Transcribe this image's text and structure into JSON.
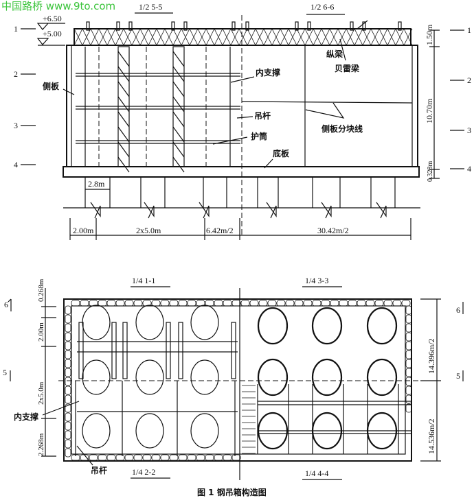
{
  "watermark": "中国路桥 www.9to.com",
  "elevation": {
    "section_left": "1/2 5-5",
    "section_right": "1/2 6-6",
    "level_top": "+6.50",
    "level_mid": "+5.00",
    "left_marks": [
      "1",
      "2",
      "3",
      "4"
    ],
    "right_marks": [
      "1",
      "2",
      "3",
      "4"
    ],
    "labels": {
      "longitudinal_beam": "纵梁",
      "bailey_truss": "贝雷梁",
      "inner_brace": "内支撑",
      "side_plate": "侧板",
      "hanger_rod": "吊杆",
      "casing": "护筒",
      "side_plate_split_line": "侧板分块线",
      "bottom_plate": "底板"
    },
    "dims_right": [
      "1.50m",
      "10.70m",
      "0.328m"
    ],
    "dim_pile": "2.8m",
    "dims_bottom": [
      "2.00m",
      "2x5.0m",
      "6.42m/2",
      "30.42m/2"
    ]
  },
  "plan": {
    "sections": [
      "1/4 1-1",
      "1/4 3-3",
      "1/4 2-2",
      "1/4 4-4"
    ],
    "marks_left": [
      "6",
      "5"
    ],
    "marks_right": [
      "6",
      "5"
    ],
    "dims_left": [
      "0.268m",
      "2.00m",
      "2x5.0m",
      "2.268m"
    ],
    "dims_right": [
      "14.396m/2",
      "14.536m/2"
    ],
    "labels": {
      "inner_brace": "内支撑",
      "hanger_rod": "吊杆"
    }
  },
  "caption": "图 1   钢吊箱构造图"
}
